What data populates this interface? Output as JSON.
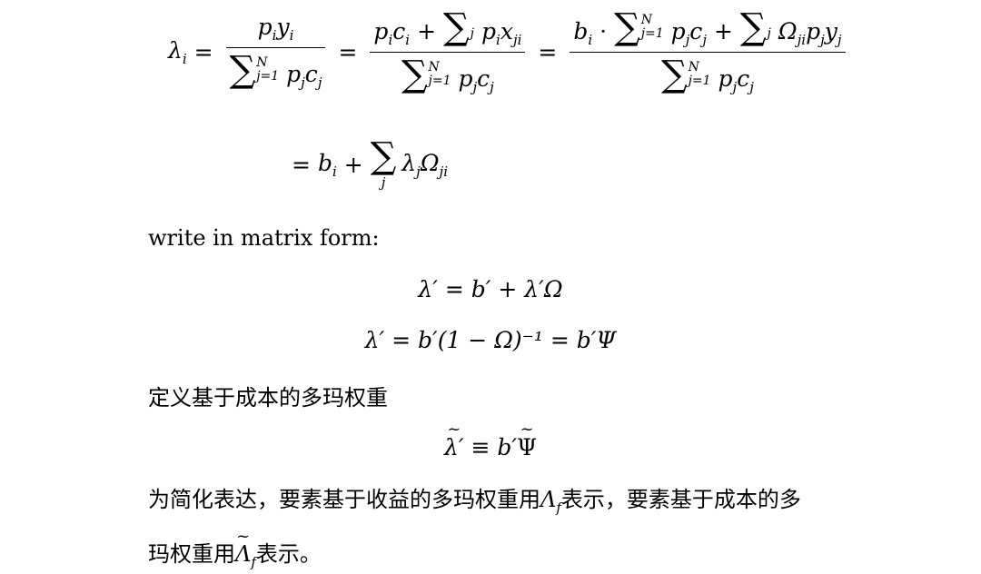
{
  "doc": {
    "line_matrix_intro": "write in matrix form:",
    "line_cost_def": "定义基于成本的多玛权重",
    "line_simplify_a": "为简化表达，要素基于收益的多玛权重用",
    "line_simplify_b": "表示，要素基于成本的多",
    "line_simplify_c": "玛权重用",
    "line_simplify_d": "表示。",
    "eq_lambda_prime": "λ′ = b′ + λ′Ω",
    "eq_lambda_inverse": "λ′ = b′(1 − Ω)⁻¹ = b′Ψ",
    "eq_tilde_right": " ≡ b′",
    "lambda_f": "Λ",
    "lambda_f_sub": "f"
  }
}
